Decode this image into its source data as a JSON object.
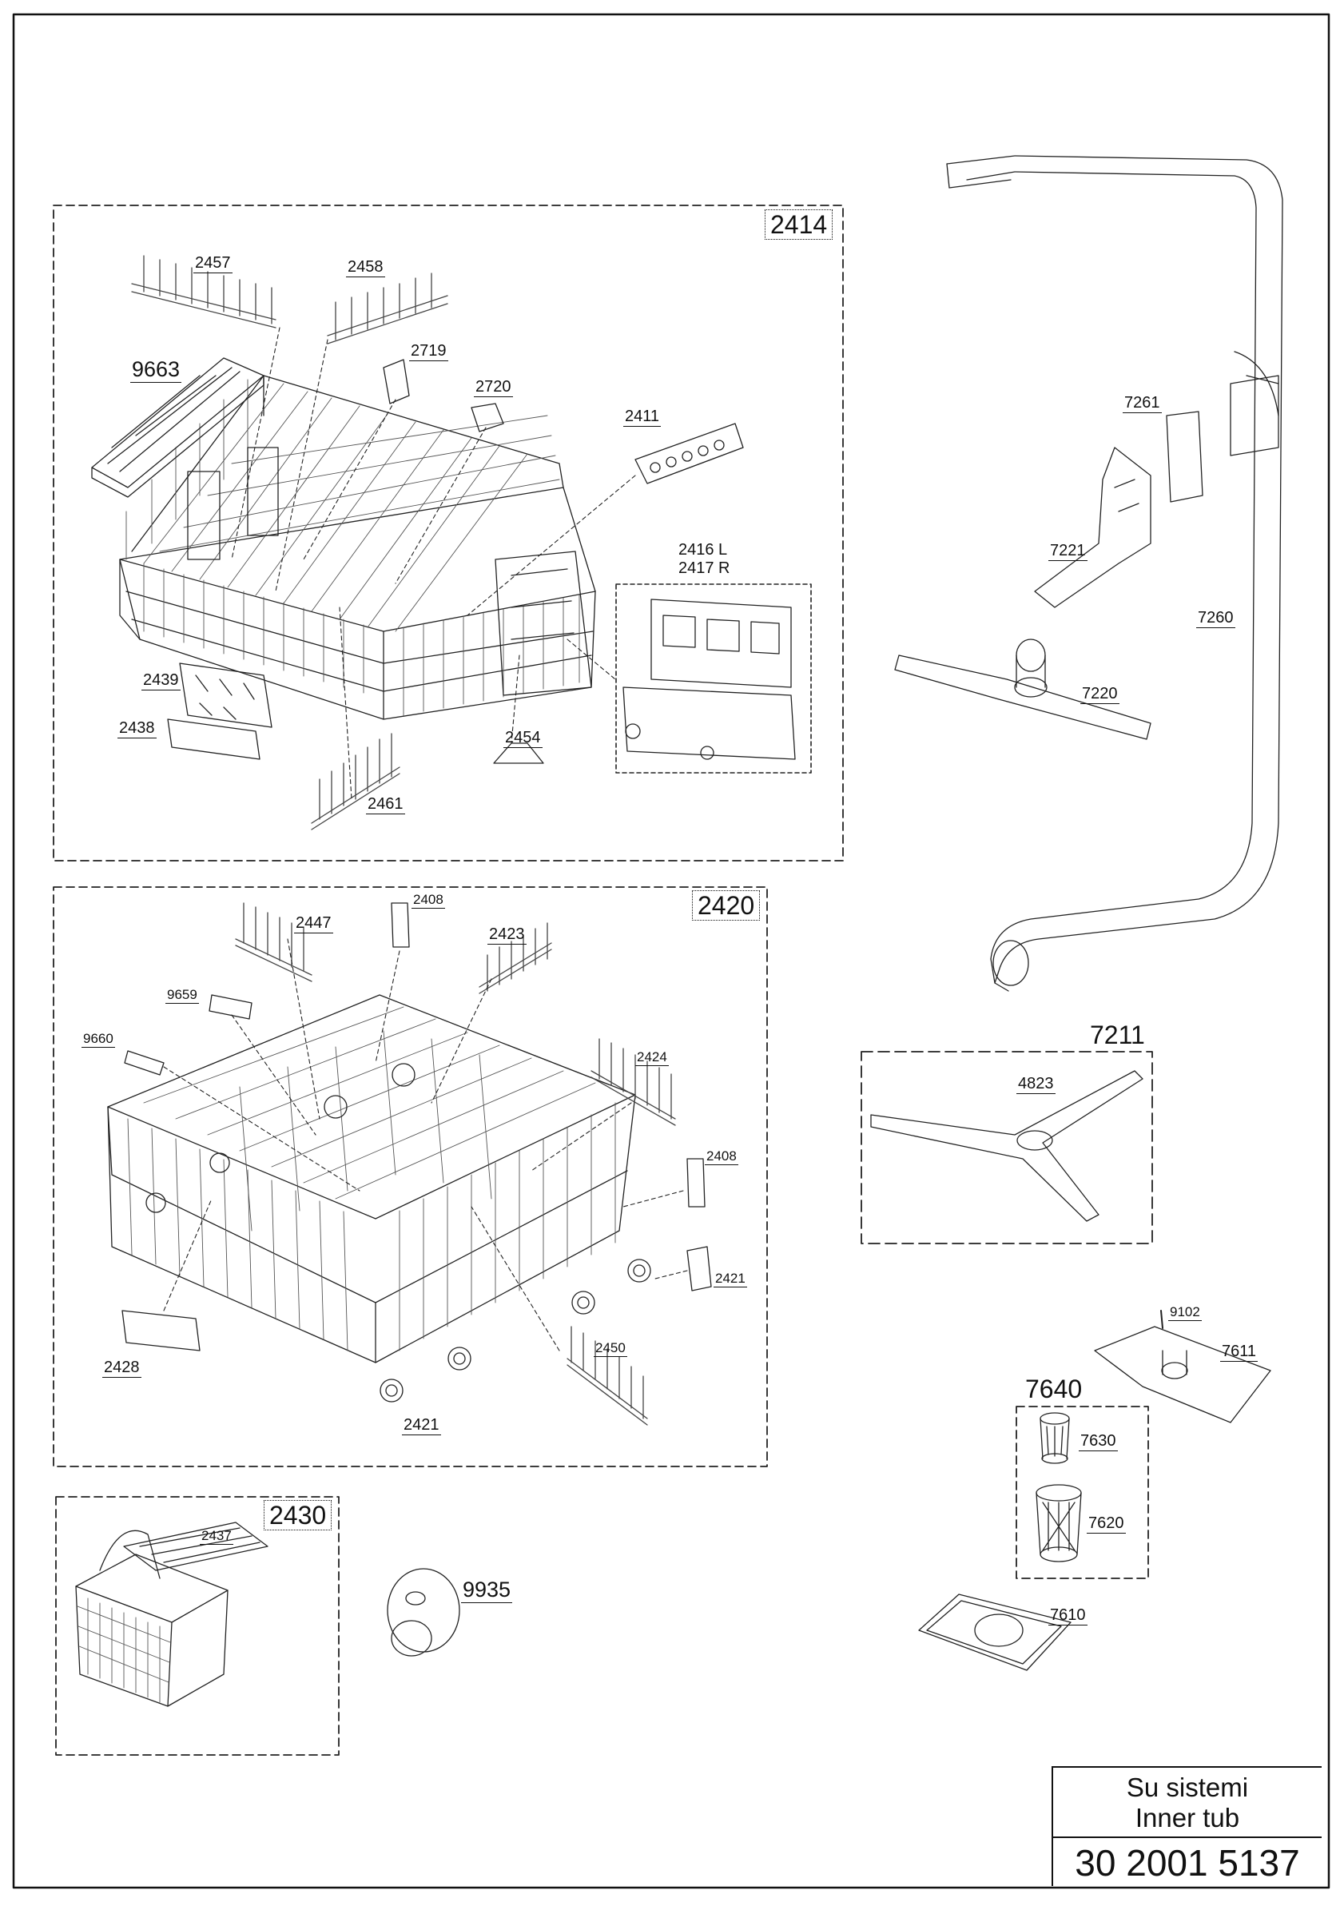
{
  "groups": {
    "g2414": "2414",
    "g2420": "2420",
    "g2430": "2430",
    "g7211": "7211",
    "g7640": "7640"
  },
  "labels": {
    "l2457": "2457",
    "l2458": "2458",
    "l9663": "9663",
    "l2719": "2719",
    "l2720": "2720",
    "l2411": "2411",
    "l2416": "2416 L",
    "l2417": "2417 R",
    "l2439": "2439",
    "l2438": "2438",
    "l2454": "2454",
    "l2461": "2461",
    "l2447": "2447",
    "l2408a": "2408",
    "l2423": "2423",
    "l9659": "9659",
    "l9660": "9660",
    "l2424": "2424",
    "l2408b": "2408",
    "l2421a": "2421",
    "l2428": "2428",
    "l2450": "2450",
    "l2421b": "2421",
    "l2437": "2437",
    "l9935": "9935",
    "l7261": "7261",
    "l7221": "7221",
    "l7260": "7260",
    "l7220": "7220",
    "l4823": "4823",
    "l9102": "9102",
    "l7611": "7611",
    "l7630": "7630",
    "l7620": "7620",
    "l7610": "7610"
  },
  "title_block": {
    "name_tr": "Su sistemi",
    "name_en": "Inner tub",
    "part_number": "30 2001 5137"
  }
}
